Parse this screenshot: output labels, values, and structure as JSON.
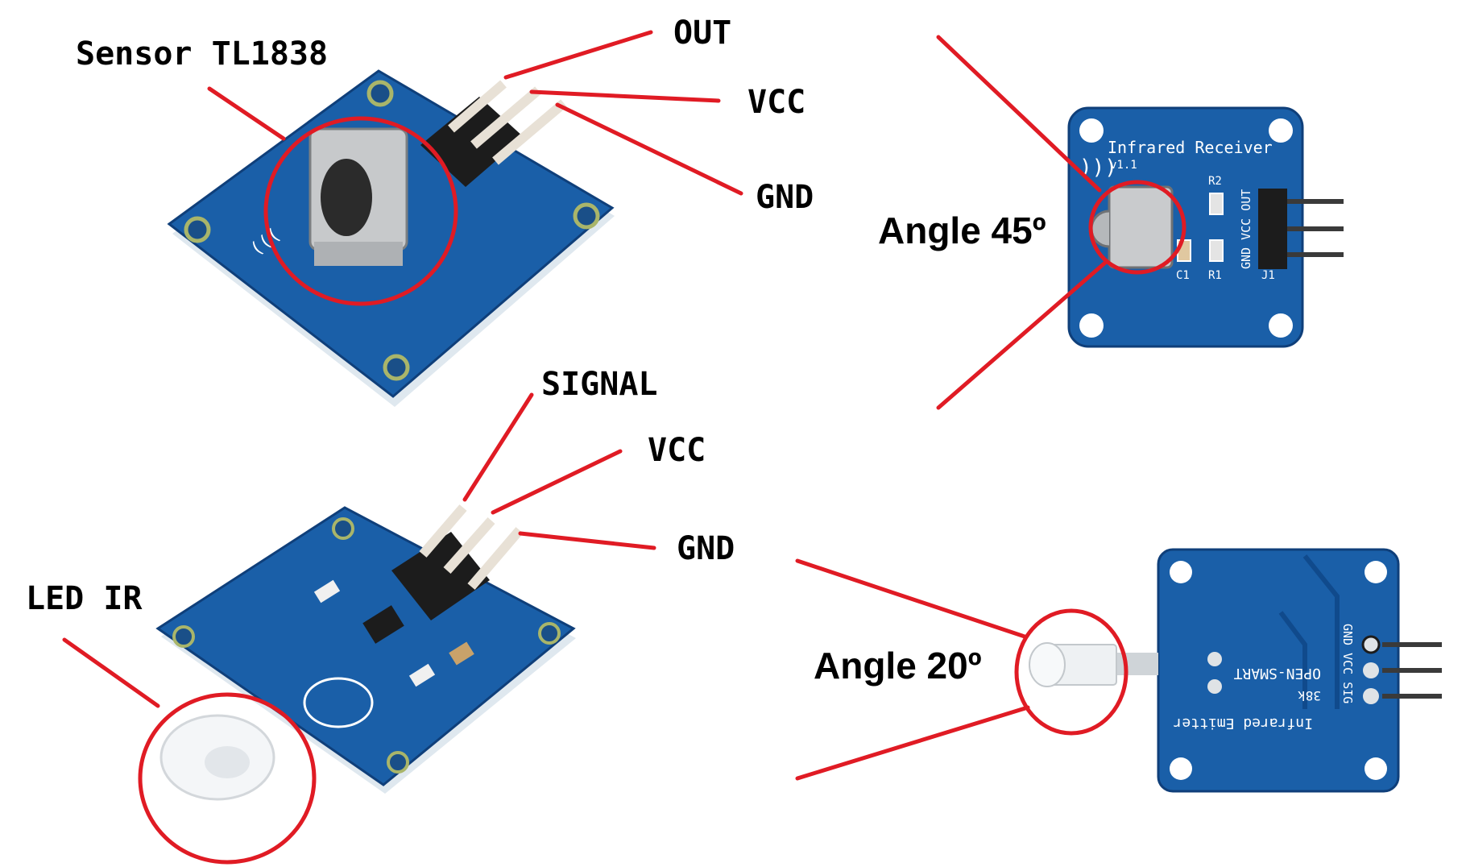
{
  "labels": {
    "receiver_sensor": "Sensor TL1838",
    "receiver_out": "OUT",
    "receiver_vcc": "VCC",
    "receiver_gnd": "GND",
    "receiver_angle": "Angle 45º",
    "emitter_signal": "SIGNAL",
    "emitter_vcc": "VCC",
    "emitter_gnd": "GND",
    "emitter_led": "LED IR",
    "emitter_angle": "Angle 20º"
  },
  "silkscreen": {
    "receiver_title": "Infrared Receiver",
    "receiver_version": "v1.1",
    "receiver_r2": "R2",
    "receiver_c1": "C1",
    "receiver_r1": "R1",
    "receiver_j1": "J1",
    "receiver_pins": "GND VCC OUT",
    "emitter_title": "Infrared Emitter",
    "emitter_brand": "OPEN-SMART",
    "emitter_freq": "38k",
    "emitter_pins": "GND VCC SIG"
  },
  "colors": {
    "annotation_red": "#e01b24",
    "pcb_blue": "#1a5fa8",
    "pcb_blue_dark": "#0f3f7a",
    "header_black": "#1c1c1c"
  }
}
